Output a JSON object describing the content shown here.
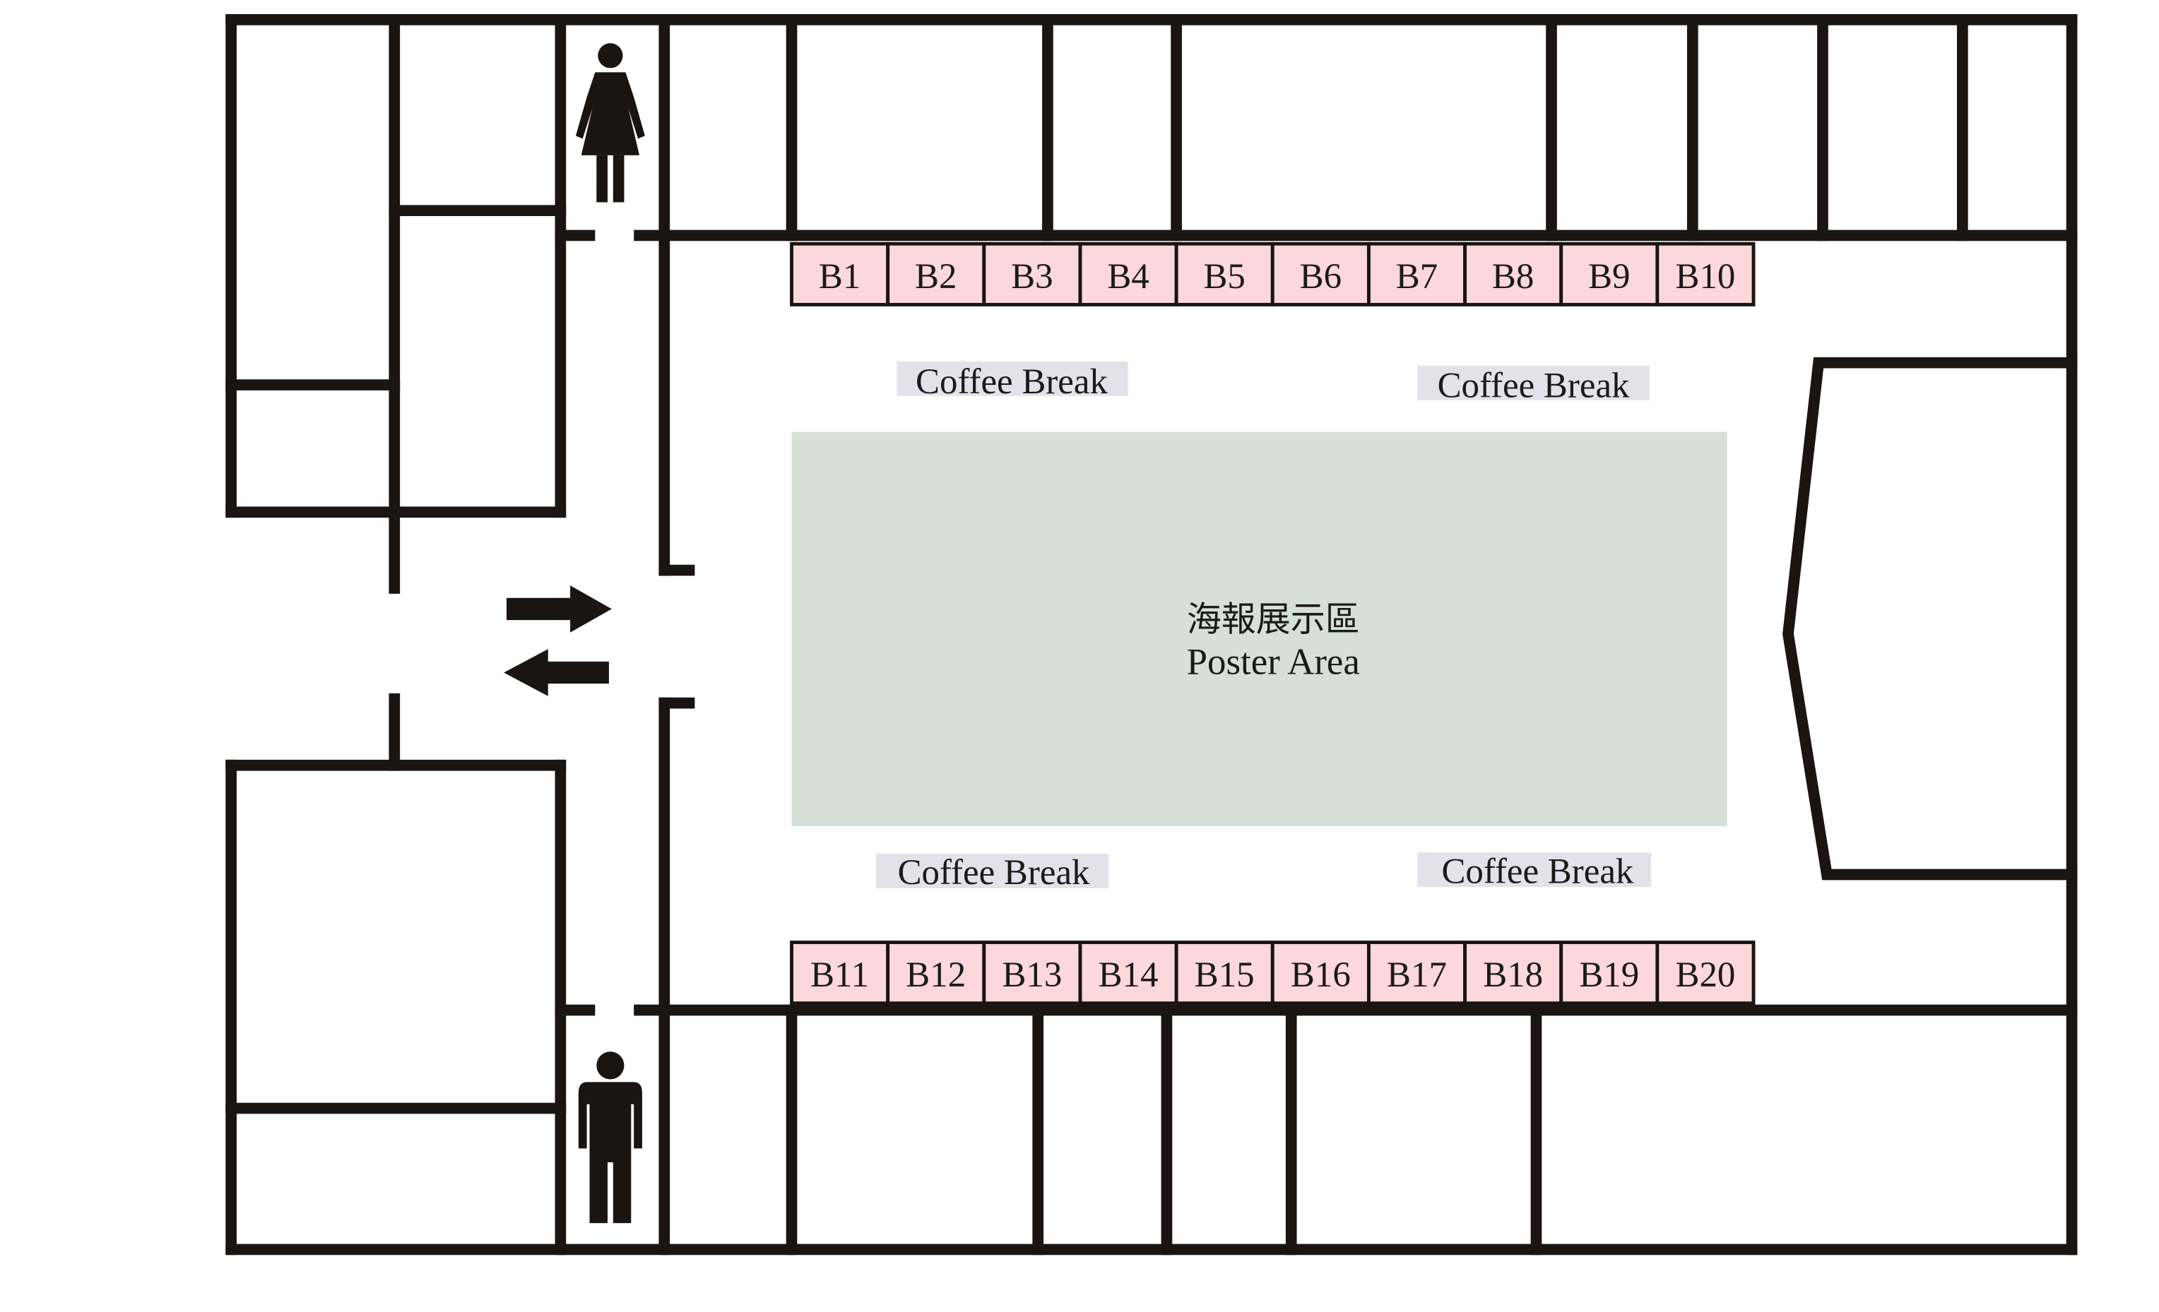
{
  "title": "Floor plan",
  "colors": {
    "wall": "#1a1412",
    "booth": "#fcd7dc",
    "poster_area": "#d6e0d8",
    "coffee_bg": "#e3e1ea"
  },
  "booths_top": [
    "B1",
    "B2",
    "B3",
    "B4",
    "B5",
    "B6",
    "B7",
    "B8",
    "B9",
    "B10"
  ],
  "booths_bottom": [
    "B11",
    "B12",
    "B13",
    "B14",
    "B15",
    "B16",
    "B17",
    "B18",
    "B19",
    "B20"
  ],
  "coffee_breaks": [
    "Coffee Break",
    "Coffee Break",
    "Coffee Break",
    "Coffee Break"
  ],
  "poster_area": {
    "label_zh": "海報展示區",
    "label_en": "Poster Area"
  },
  "icons": [
    "womens-restroom-icon",
    "mens-restroom-icon",
    "arrow-right-icon",
    "arrow-left-icon"
  ]
}
